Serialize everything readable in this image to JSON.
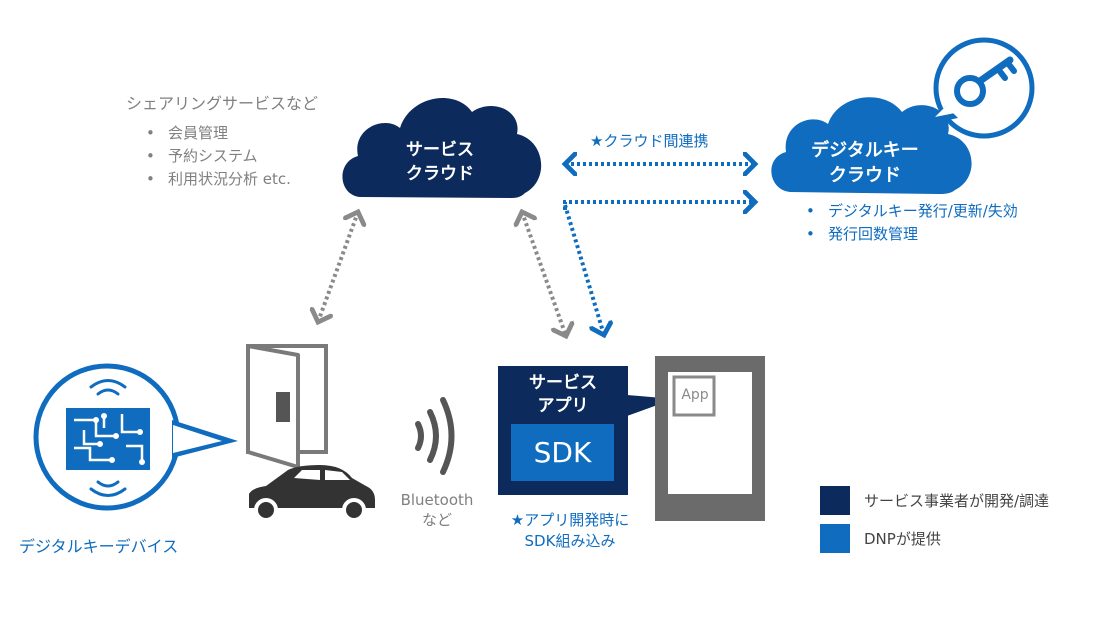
{
  "service_provider_box": {
    "title": "シェアリングサービスなど",
    "items": [
      "会員管理",
      "予約システム",
      "利用状況分析 etc."
    ]
  },
  "service_cloud": {
    "line1": "サービス",
    "line2": "クラウド"
  },
  "digital_key_cloud": {
    "line1": "デジタルキー",
    "line2": "クラウド",
    "items": [
      "デジタルキー発行/更新/失効",
      "発行回数管理"
    ]
  },
  "cloud_link_label": "★クラウド間連携",
  "service_app": {
    "line1": "サービス",
    "line2": "アプリ",
    "sdk": "SDK"
  },
  "phone_app_label": "App",
  "bluetooth_label": {
    "line1": "Bluetooth",
    "line2": "など"
  },
  "sdk_note": {
    "line1": "★アプリ開発時に",
    "line2": "SDK組み込み"
  },
  "device_label": "デジタルキーデバイス",
  "legend": [
    {
      "label": "サービス事業者が開発/調達",
      "color": "#0d2a5c"
    },
    {
      "label": "DNPが提供",
      "color": "#0f6cbf"
    }
  ],
  "colors": {
    "navy": "#0d2a5c",
    "blue": "#0f6cbf",
    "gray": "#808080",
    "dark_gray": "#555555"
  }
}
